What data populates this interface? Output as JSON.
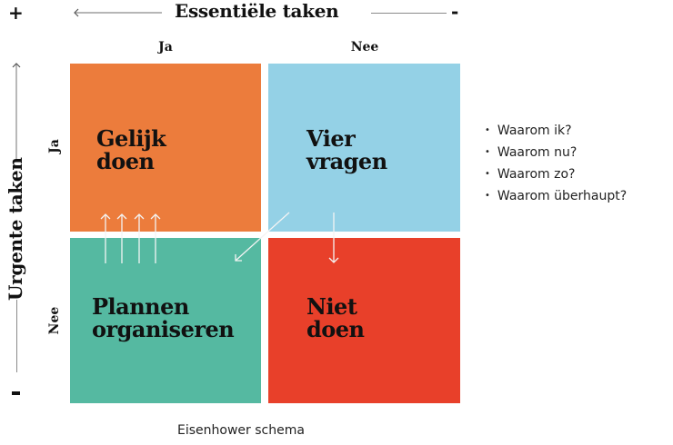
{
  "header": {
    "plus_sign": "+",
    "minus_sign": "-",
    "title": "Essentiële taken"
  },
  "columns": [
    {
      "label": "Ja"
    },
    {
      "label": "Nee"
    }
  ],
  "side": {
    "title": "Urgente taken",
    "minus_sign": "-",
    "rows": [
      {
        "label": "Ja"
      },
      {
        "label": "Nee"
      }
    ]
  },
  "quadrants": {
    "top_left": {
      "line1": "Gelijk",
      "line2": "doen",
      "color": "#ec7c3c"
    },
    "top_right": {
      "line1": "Vier",
      "line2": "vragen",
      "color": "#94d1e6"
    },
    "bottom_left": {
      "line1": "Plannen",
      "line2": "organiseren",
      "color": "#55b9a1"
    },
    "bottom_right": {
      "line1": "Niet",
      "line2": "doen",
      "color": "#e8402a"
    }
  },
  "questions": [
    "Waarom ik?",
    "Waarom nu?",
    "Waarom zo?",
    "Waarom überhaupt?"
  ],
  "caption": "Eisenhower schema"
}
